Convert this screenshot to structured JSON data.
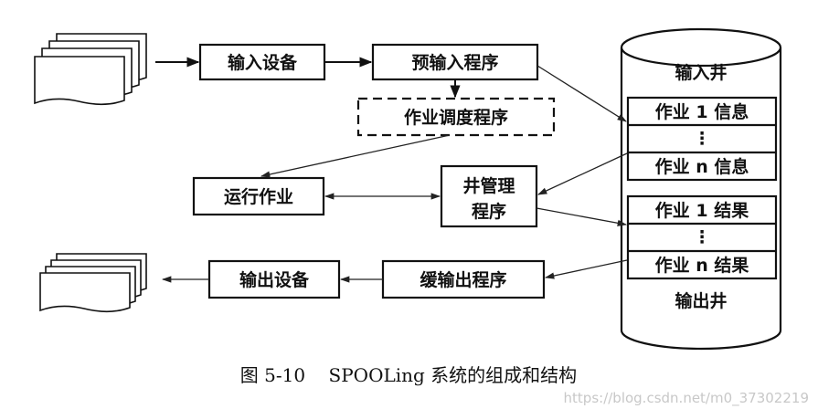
{
  "nodes": {
    "input_device": "输入设备",
    "pre_input_program": "预输入程序",
    "job_scheduler": "作业调度程序",
    "running_job": "运行作业",
    "well_manager_line1": "井管理",
    "well_manager_line2": "程序",
    "output_device": "输出设备",
    "buffered_output_program": "缓输出程序"
  },
  "input_well": {
    "title": "输入井",
    "slot_first": "作业 1 信息",
    "ellipsis": "⋮",
    "slot_last": "作业 n 信息"
  },
  "output_well": {
    "title": "输出井",
    "slot_first": "作业 1 结果",
    "ellipsis": "⋮",
    "slot_last": "作业 n 结果"
  },
  "caption": "图 5-10    SPOOLing 系统的组成和结构",
  "watermark": "https://blog.csdn.net/m0_37302219"
}
